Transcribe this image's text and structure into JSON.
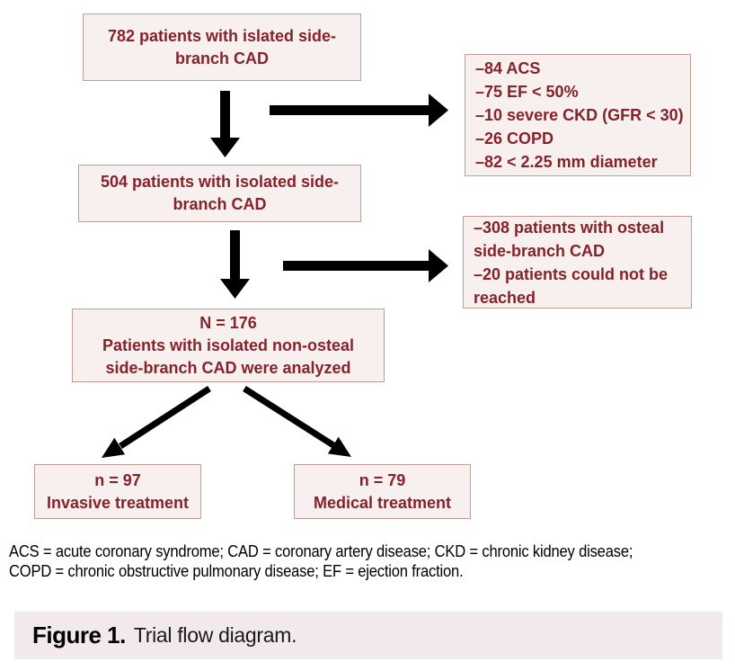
{
  "figure_type": "trial-flow-diagram",
  "colors": {
    "box_background": "#f8f0ee",
    "box_border": "#c49c96",
    "box_text": "#85222c",
    "arrow": "#000000",
    "caption_bar_background": "#f2e9ea",
    "footnote_text": "#000000"
  },
  "flowchart": {
    "box_782": "782 patients with islated side-\nbranch CAD",
    "exclusions_1": "–84 ACS\n–75 EF < 50%\n–10 severe CKD (GFR < 30)\n–26 COPD\n–82 < 2.25 mm diameter",
    "box_504": "504 patients with isolated side-\nbranch CAD",
    "exclusions_2": "–308 patients with osteal\nside-branch CAD\n–20 patients could not be\nreached",
    "box_176": "N = 176\nPatients with isolated non-osteal\nside-branch CAD were analyzed",
    "box_invasive": "n = 97\nInvasive treatment",
    "box_medical": "n = 79\nMedical treatment"
  },
  "footnote": "ACS = acute coronary syndrome; CAD = coronary artery disease; CKD = chronic kidney disease;\nCOPD = chronic obstructive pulmonary disease; EF = ejection fraction.",
  "caption": {
    "label": "Figure 1.",
    "text": "Trial flow diagram."
  }
}
